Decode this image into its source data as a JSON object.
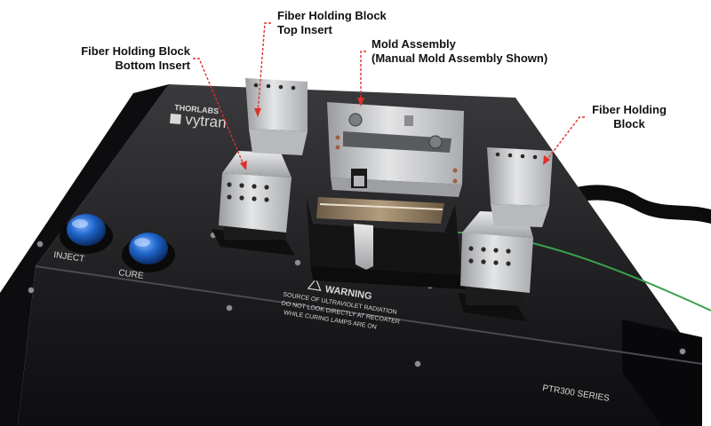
{
  "callouts": {
    "top_insert": {
      "line1": "Fiber Holding Block",
      "line2": "Top Insert"
    },
    "bottom_insert": {
      "line1": "Fiber Holding Block",
      "line2": "Bottom Insert"
    },
    "mold_assembly": {
      "line1": "Mold Assembly",
      "line2": "(Manual Mold Assembly Shown)"
    },
    "holding_block": {
      "line1": "Fiber Holding",
      "line2": "Block"
    }
  },
  "device": {
    "brand_line1": "THORLABS",
    "brand_line2": "vytran",
    "model": "PTR300 SERIES",
    "button_inject": "INJECT",
    "button_cure": "CURE",
    "warning_title": "WARNING",
    "warning_line1": "SOURCE OF ULTRAVIOLET RADIATION",
    "warning_line2": "DO NOT LOOK DIRECTLY AT RECOATER",
    "warning_line3": "WHILE CURING LAMPS ARE ON"
  },
  "colors": {
    "callout_line": "#e0302a",
    "housing": "#1c1c1e",
    "aluminum": "#c9cbcd",
    "button_blue": "#1f64c8",
    "fiber": "#3aa04a"
  }
}
